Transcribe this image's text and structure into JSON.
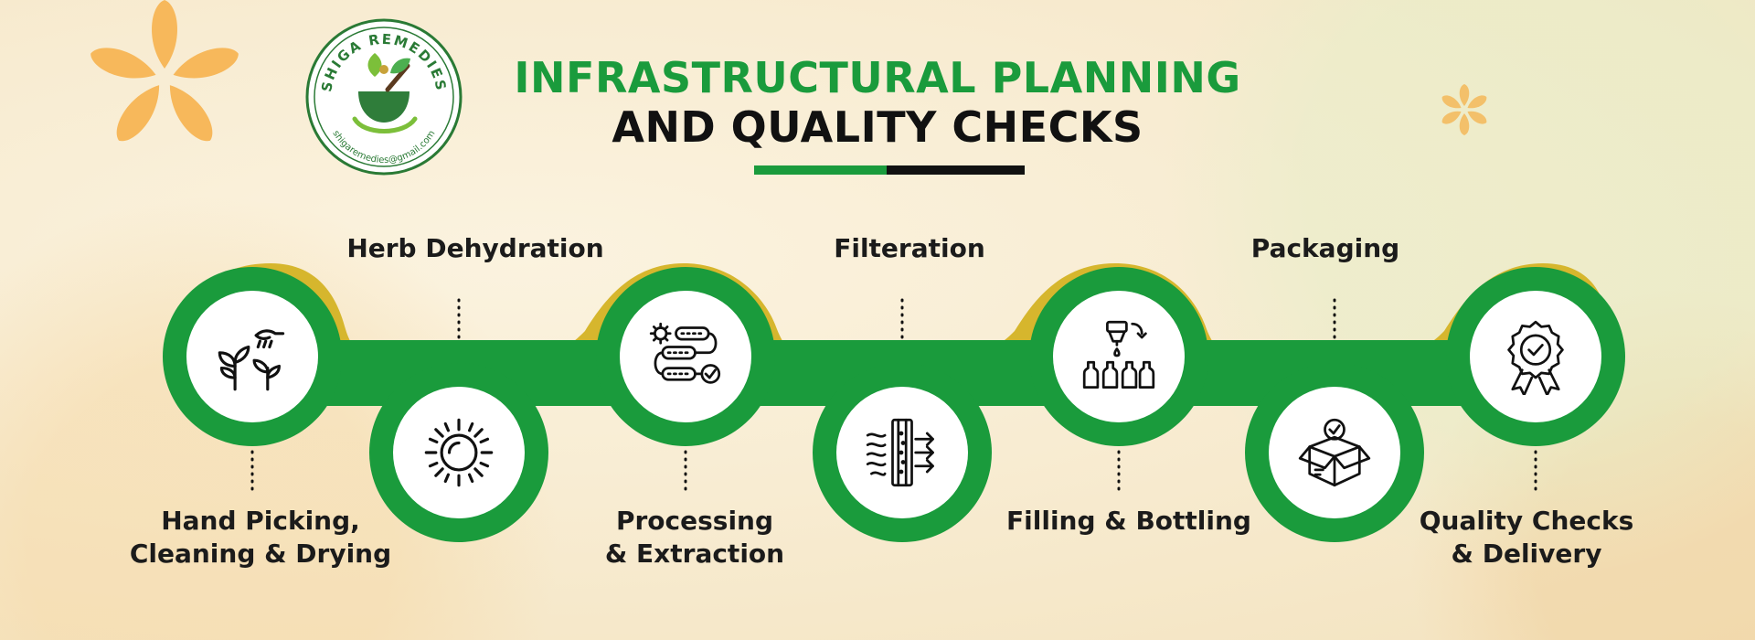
{
  "brand": {
    "name": "SHIGA REMEDIES",
    "email": "shigaremedies@gmail.com"
  },
  "title": {
    "line1": "INFRASTRUCTURAL PLANNING",
    "line2": "AND QUALITY CHECKS"
  },
  "colors": {
    "green": "#1a9b3c",
    "gold": "#d6b62d",
    "dark": "#111111",
    "flower": "#f7b655"
  },
  "steps": [
    {
      "label": "Hand Picking,\nCleaning & Drying",
      "icon": "plant-hand-icon"
    },
    {
      "label": "Herb Dehydration",
      "icon": "sun-icon"
    },
    {
      "label": "Processing\n& Extraction",
      "icon": "process-flow-icon"
    },
    {
      "label": "Filteration",
      "icon": "filter-icon"
    },
    {
      "label": "Filling & Bottling",
      "icon": "bottling-icon"
    },
    {
      "label": "Packaging",
      "icon": "package-box-icon"
    },
    {
      "label": "Quality Checks\n& Delivery",
      "icon": "quality-badge-icon"
    }
  ]
}
